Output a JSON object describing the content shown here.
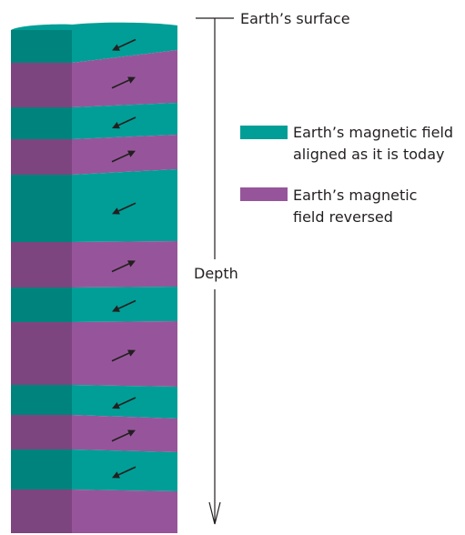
{
  "labels": {
    "surface": "Earth’s surface",
    "depth": "Depth"
  },
  "legend": [
    {
      "key": "normal",
      "color": "#009e96",
      "lines": [
        "Earth’s magnetic field",
        "aligned as it is today"
      ]
    },
    {
      "key": "reversed",
      "color": "#96559a",
      "lines": [
        "Earth’s magnetic",
        "field reversed"
      ]
    }
  ],
  "colors": {
    "normal_front": "#009e96",
    "normal_side": "#00837c",
    "reversed_front": "#96559a",
    "reversed_side": "#7d4580",
    "arrow": "#231f20",
    "line": "#231f20"
  },
  "layers": [
    {
      "polarity": "normal",
      "arrow": "down-left"
    },
    {
      "polarity": "reversed",
      "arrow": "up-right"
    },
    {
      "polarity": "normal",
      "arrow": "down-left"
    },
    {
      "polarity": "reversed",
      "arrow": "up-right"
    },
    {
      "polarity": "normal",
      "arrow": "down-left"
    },
    {
      "polarity": "reversed",
      "arrow": "up-right"
    },
    {
      "polarity": "normal",
      "arrow": "down-left"
    },
    {
      "polarity": "reversed",
      "arrow": "up-right"
    },
    {
      "polarity": "normal",
      "arrow": "down-left"
    },
    {
      "polarity": "reversed",
      "arrow": "up-right"
    },
    {
      "polarity": "normal",
      "arrow": "down-left"
    },
    {
      "polarity": "reversed",
      "arrow": ""
    }
  ]
}
